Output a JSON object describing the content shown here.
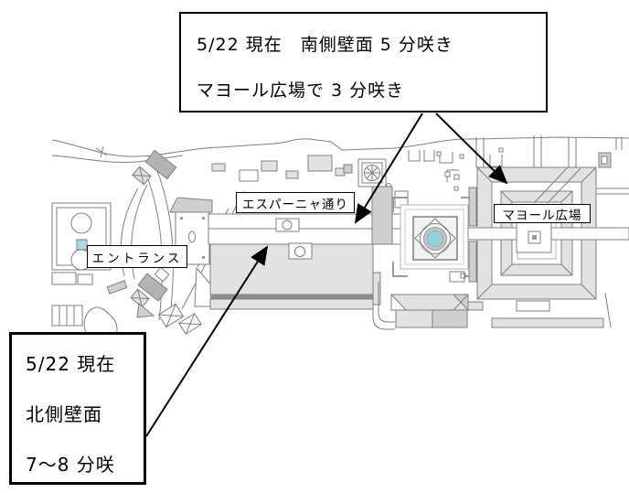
{
  "annotations": {
    "south": {
      "line1": "5/22 現在　南側壁面 5 分咲き",
      "line2": "マヨール広場で 3 分咲き"
    },
    "north": {
      "line1": "5/22 現在",
      "line2": "北側壁面",
      "line3": "7～8 分咲"
    }
  },
  "map": {
    "labels": {
      "entrance": "エントランス",
      "espana_street": "エスパーニャ通り",
      "mayor_plaza": "マヨール広場"
    },
    "colors": {
      "outline_gray": "#7f7f7f",
      "fill_light_gray": "#e2e2e2",
      "fill_mid_gray": "#cfcfcf",
      "fill_dark_gray": "#b3b3b3",
      "water_blue": "#8fd2d8",
      "accent_blue": "#a9dbe6",
      "annotation_border": "#000000"
    }
  }
}
